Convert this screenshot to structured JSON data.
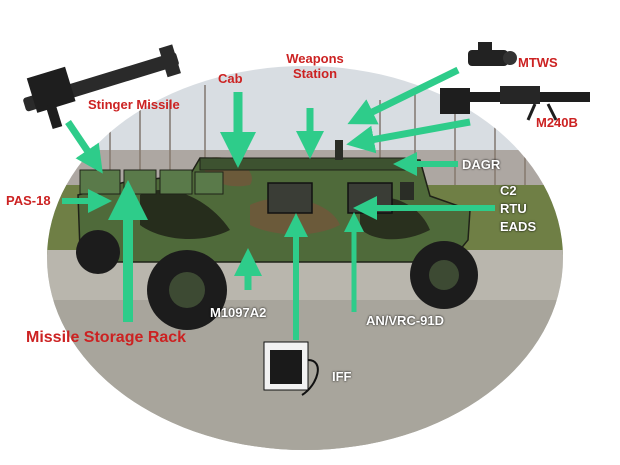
{
  "labels": {
    "stinger": "Stinger Missile",
    "cab": "Cab",
    "weapons_line1": "Weapons",
    "weapons_line2": "Station",
    "mtws": "MTWS",
    "m240b": "M240B",
    "dagr": "DAGR",
    "c2": "C2",
    "rtu": "RTU",
    "eads": "EADS",
    "pas18": "PAS-18",
    "m1097a2": "M1097A2",
    "anvrc": "AN/VRC-91D",
    "storage": "Missile Storage Rack",
    "iff": "IFF"
  },
  "colors": {
    "arrow": "#2ecc8a",
    "label_red": "#cc2222",
    "label_white": "#ffffff",
    "camo_green": "#4f6a3a",
    "camo_brown": "#6b5a3a",
    "camo_black": "#1f2218",
    "sky": "#d8dde2",
    "grass": "#6f7f45",
    "gravel": "#b9b6ad"
  }
}
